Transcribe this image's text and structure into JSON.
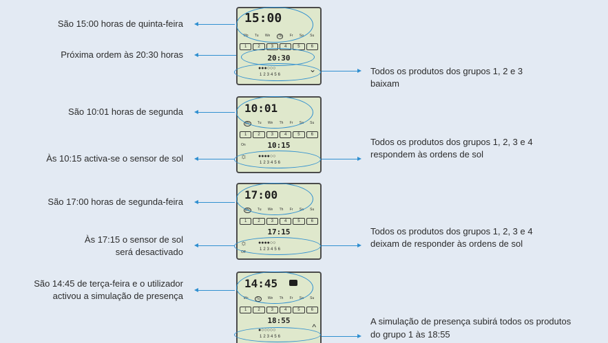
{
  "left_labels": [
    "São 15:00 horas de quinta-feira",
    "Próxima ordem às 20:30 horas",
    "São 10:01 horas de segunda",
    "Às 10:15 activa-se o sensor de sol",
    "São 17:00 horas de segunda-feira",
    "Às 17:15 o sensor de sol",
    "será desactivado",
    "São 14:45 de terça-feira e o utilizador",
    "activou a simulação de presença"
  ],
  "right_labels": [
    "Todos os produtos dos grupos 1, 2 e 3",
    "baixam",
    "Todos os produtos dos grupos 1, 2, 3 e 4",
    "respondem às ordens de sol",
    "Todos os produtos dos grupos 1, 2, 3 e 4",
    "deixam de responder às ordens de sol",
    "A simulação de presença subirá todos os produtos",
    "do grupo 1 às 18:55"
  ],
  "displays": [
    {
      "time": "15:00",
      "sub": "20:30",
      "sel": "Th",
      "dots": "●●●○○○",
      "extra": "⌄",
      "mode": ""
    },
    {
      "time": "10:01",
      "sub": "10:15",
      "sel": "Mo",
      "dots": "●●●●○○",
      "extra": "",
      "mode": "On"
    },
    {
      "time": "17:00",
      "sub": "17:15",
      "sel": "Mo",
      "dots": "●●●●○○",
      "extra": "",
      "mode": "Off"
    },
    {
      "time": "14:45",
      "sub": "18:55",
      "sel": "Tu",
      "dots": "●○○○○○",
      "extra": "^",
      "mode": ""
    }
  ],
  "days": [
    "Mo",
    "Tu",
    "We",
    "Th",
    "Fr",
    "Sa",
    "Su"
  ],
  "groups": [
    "1",
    "2",
    "3",
    "4",
    "5",
    "6"
  ],
  "group_numbers": "123456",
  "colors": {
    "accent": "#2f8fd0",
    "lcd": "#dfe8cc",
    "background": "#e3eaf3"
  }
}
